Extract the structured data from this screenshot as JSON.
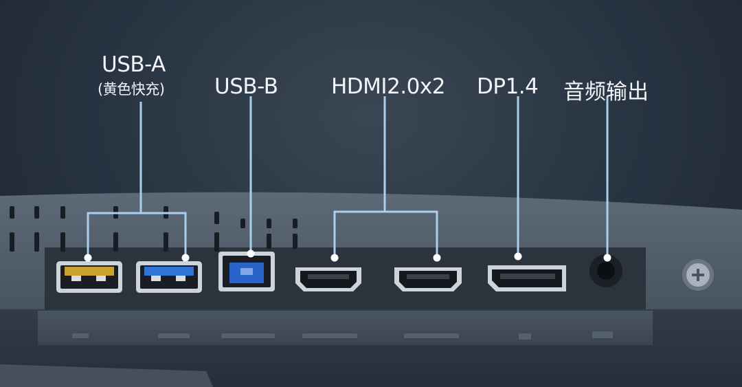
{
  "labels": {
    "usb_a": "USB-A",
    "usb_a_note": "(黄色快充)",
    "usb_b": "USB-B",
    "hdmi": "HDMI2.0x2",
    "dp": "DP1.4",
    "audio": "音频输出"
  },
  "colors": {
    "background": "#273241",
    "leader_line": "#a9d1ee",
    "usb_a_fast_charge": "#c9a12b",
    "usb_a_standard": "#2f76d6",
    "usb_b": "#2a63c9",
    "port_frame": "#cdd3da"
  },
  "icons": {
    "screw": "phillips-screw-icon"
  }
}
